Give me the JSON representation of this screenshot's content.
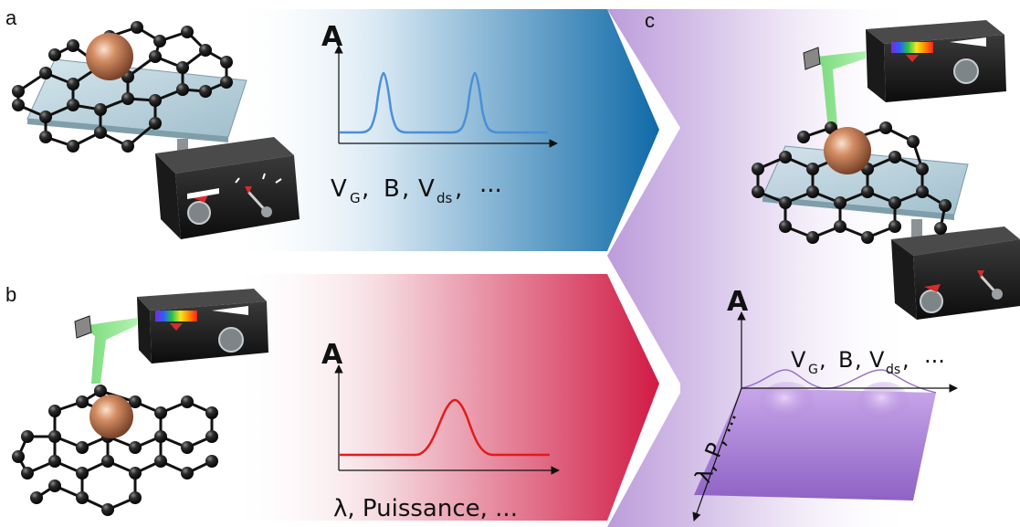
{
  "panels": {
    "a": {
      "label": "a",
      "axis_y": "A",
      "axis_x_parts": {
        "v": "V",
        "g_sub": "G",
        "b": "B",
        "vds_v": "V",
        "ds_sub": "ds",
        "ellipsis": "..."
      },
      "color": "#1f73b3"
    },
    "b": {
      "label": "b",
      "axis_y": "A",
      "axis_x": "λ, Puissance,  ...",
      "color": "#d4244a"
    },
    "c": {
      "label": "c",
      "axis_y": "A",
      "axis_x_parts": {
        "v": "V",
        "g_sub": "G",
        "b": "B",
        "vds_v": "V",
        "ds_sub": "ds",
        "ellipsis": "..."
      },
      "axis_depth": "λ, P, ...",
      "color": "#a07cc6"
    }
  },
  "colors": {
    "blue_arrow": "#1f73b3",
    "red_arrow": "#d4244a",
    "purple_bg": "#b79bd6",
    "peak_blue": "#4a8fd6",
    "peak_red": "#e21b1b",
    "surface": "#b08ad8",
    "carbon": "#1a1a1a",
    "gold": "#c07a52"
  }
}
